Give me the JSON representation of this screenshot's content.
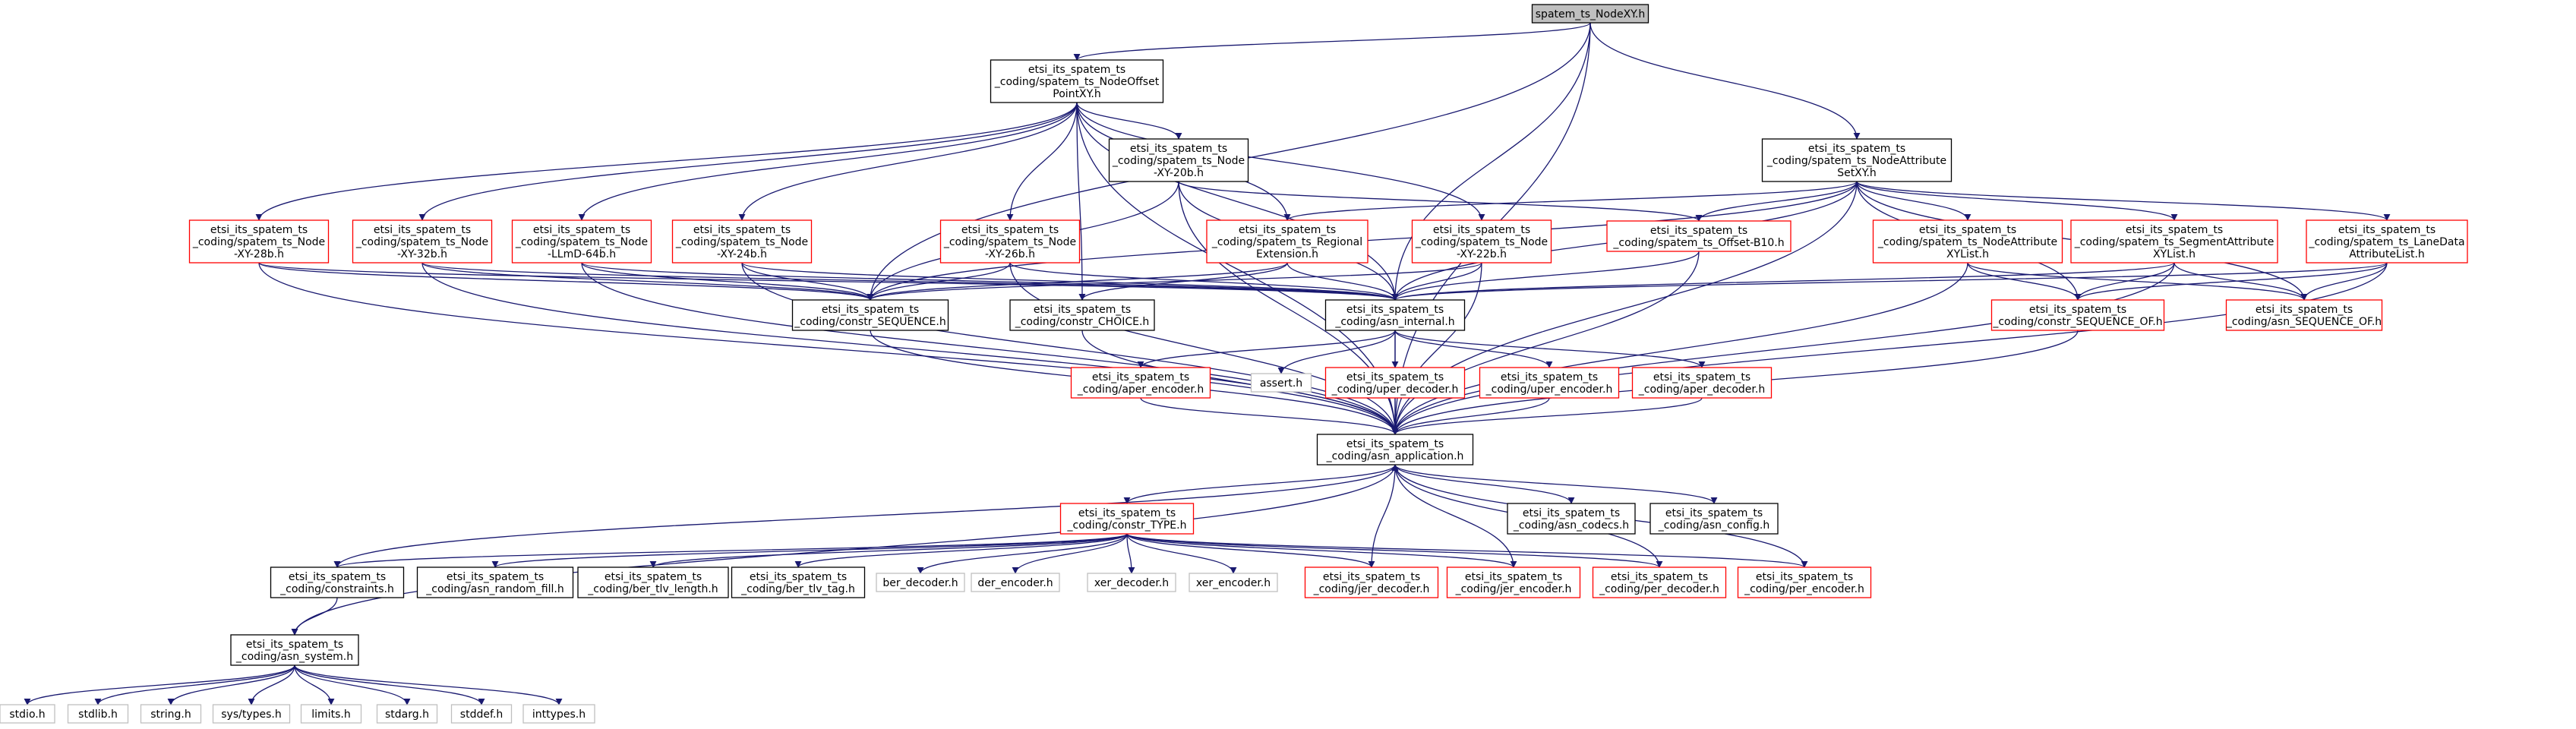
{
  "diagram": {
    "type": "include-dependency-graph",
    "colors": {
      "edge": "#191970",
      "border_default": "#000000",
      "border_missing": "#ff0000",
      "border_system": "#bfbfbf",
      "fill_root": "#bfbfbf",
      "fill_default": "#ffffff"
    },
    "nodes": [
      {
        "id": "root",
        "lines": [
          "spatem_ts_NodeXY.h"
        ],
        "style": "root"
      },
      {
        "id": "nodeoffset",
        "lines": [
          "etsi_its_spatem_ts",
          "_coding/spatem_ts_NodeOffset",
          "PointXY.h"
        ],
        "style": "default"
      },
      {
        "id": "nodeattrset",
        "lines": [
          "etsi_its_spatem_ts",
          "_coding/spatem_ts_NodeAttribute",
          "SetXY.h"
        ],
        "style": "default"
      },
      {
        "id": "xy20",
        "lines": [
          "etsi_its_spatem_ts",
          "_coding/spatem_ts_Node",
          "-XY-20b.h"
        ],
        "style": "default"
      },
      {
        "id": "xy28",
        "lines": [
          "etsi_its_spatem_ts",
          "_coding/spatem_ts_Node",
          "-XY-28b.h"
        ],
        "style": "missing"
      },
      {
        "id": "xy32",
        "lines": [
          "etsi_its_spatem_ts",
          "_coding/spatem_ts_Node",
          "-XY-32b.h"
        ],
        "style": "missing"
      },
      {
        "id": "llmd64",
        "lines": [
          "etsi_its_spatem_ts",
          "_coding/spatem_ts_Node",
          "-LLmD-64b.h"
        ],
        "style": "missing"
      },
      {
        "id": "xy24",
        "lines": [
          "etsi_its_spatem_ts",
          "_coding/spatem_ts_Node",
          "-XY-24b.h"
        ],
        "style": "missing"
      },
      {
        "id": "xy26",
        "lines": [
          "etsi_its_spatem_ts",
          "_coding/spatem_ts_Node",
          "-XY-26b.h"
        ],
        "style": "missing"
      },
      {
        "id": "regional",
        "lines": [
          "etsi_its_spatem_ts",
          "_coding/spatem_ts_Regional",
          "Extension.h"
        ],
        "style": "missing"
      },
      {
        "id": "xy22",
        "lines": [
          "etsi_its_spatem_ts",
          "_coding/spatem_ts_Node",
          "-XY-22b.h"
        ],
        "style": "missing"
      },
      {
        "id": "offsetb10",
        "lines": [
          "etsi_its_spatem_ts",
          "_coding/spatem_ts_Offset-B10.h"
        ],
        "style": "missing"
      },
      {
        "id": "nodeattrlist",
        "lines": [
          "etsi_its_spatem_ts",
          "_coding/spatem_ts_NodeAttribute",
          "XYList.h"
        ],
        "style": "missing"
      },
      {
        "id": "segattrlist",
        "lines": [
          "etsi_its_spatem_ts",
          "_coding/spatem_ts_SegmentAttribute",
          "XYList.h"
        ],
        "style": "missing"
      },
      {
        "id": "lanedata",
        "lines": [
          "etsi_its_spatem_ts",
          "_coding/spatem_ts_LaneData",
          "AttributeList.h"
        ],
        "style": "missing"
      },
      {
        "id": "constrseq",
        "lines": [
          "etsi_its_spatem_ts",
          "_coding/constr_SEQUENCE.h"
        ],
        "style": "default"
      },
      {
        "id": "constrchoice",
        "lines": [
          "etsi_its_spatem_ts",
          "_coding/constr_CHOICE.h"
        ],
        "style": "default"
      },
      {
        "id": "asninternal",
        "lines": [
          "etsi_its_spatem_ts",
          "_coding/asn_internal.h"
        ],
        "style": "default"
      },
      {
        "id": "constrseqof",
        "lines": [
          "etsi_its_spatem_ts",
          "_coding/constr_SEQUENCE_OF.h"
        ],
        "style": "missing"
      },
      {
        "id": "asnseqof",
        "lines": [
          "etsi_its_spatem_ts",
          "_coding/asn_SEQUENCE_OF.h"
        ],
        "style": "missing"
      },
      {
        "id": "aperenc",
        "lines": [
          "etsi_its_spatem_ts",
          "_coding/aper_encoder.h"
        ],
        "style": "missing"
      },
      {
        "id": "assert",
        "lines": [
          "assert.h"
        ],
        "style": "system"
      },
      {
        "id": "uperdec",
        "lines": [
          "etsi_its_spatem_ts",
          "_coding/uper_decoder.h"
        ],
        "style": "missing"
      },
      {
        "id": "uperenc",
        "lines": [
          "etsi_its_spatem_ts",
          "_coding/uper_encoder.h"
        ],
        "style": "missing"
      },
      {
        "id": "aperdec",
        "lines": [
          "etsi_its_spatem_ts",
          "_coding/aper_decoder.h"
        ],
        "style": "missing"
      },
      {
        "id": "asnapp",
        "lines": [
          "etsi_its_spatem_ts",
          "_coding/asn_application.h"
        ],
        "style": "default"
      },
      {
        "id": "constrtype",
        "lines": [
          "etsi_its_spatem_ts",
          "_coding/constr_TYPE.h"
        ],
        "style": "missing"
      },
      {
        "id": "asncodecs",
        "lines": [
          "etsi_its_spatem_ts",
          "_coding/asn_codecs.h"
        ],
        "style": "default"
      },
      {
        "id": "asnconfig",
        "lines": [
          "etsi_its_spatem_ts",
          "_coding/asn_config.h"
        ],
        "style": "default"
      },
      {
        "id": "constraints",
        "lines": [
          "etsi_its_spatem_ts",
          "_coding/constraints.h"
        ],
        "style": "default"
      },
      {
        "id": "randomfill",
        "lines": [
          "etsi_its_spatem_ts",
          "_coding/asn_random_fill.h"
        ],
        "style": "default"
      },
      {
        "id": "bertlvlen",
        "lines": [
          "etsi_its_spatem_ts",
          "_coding/ber_tlv_length.h"
        ],
        "style": "default"
      },
      {
        "id": "bertlvtag",
        "lines": [
          "etsi_its_spatem_ts",
          "_coding/ber_tlv_tag.h"
        ],
        "style": "default"
      },
      {
        "id": "berdec",
        "lines": [
          "ber_decoder.h"
        ],
        "style": "system"
      },
      {
        "id": "derenc",
        "lines": [
          "der_encoder.h"
        ],
        "style": "system"
      },
      {
        "id": "xerdec",
        "lines": [
          "xer_decoder.h"
        ],
        "style": "system"
      },
      {
        "id": "xerenc",
        "lines": [
          "xer_encoder.h"
        ],
        "style": "system"
      },
      {
        "id": "jerdec",
        "lines": [
          "etsi_its_spatem_ts",
          "_coding/jer_decoder.h"
        ],
        "style": "missing"
      },
      {
        "id": "jerenc",
        "lines": [
          "etsi_its_spatem_ts",
          "_coding/jer_encoder.h"
        ],
        "style": "missing"
      },
      {
        "id": "perdec",
        "lines": [
          "etsi_its_spatem_ts",
          "_coding/per_decoder.h"
        ],
        "style": "missing"
      },
      {
        "id": "perenc",
        "lines": [
          "etsi_its_spatem_ts",
          "_coding/per_encoder.h"
        ],
        "style": "missing"
      },
      {
        "id": "asnsystem",
        "lines": [
          "etsi_its_spatem_ts",
          "_coding/asn_system.h"
        ],
        "style": "default"
      },
      {
        "id": "stdio",
        "lines": [
          "stdio.h"
        ],
        "style": "system"
      },
      {
        "id": "stdlib",
        "lines": [
          "stdlib.h"
        ],
        "style": "system"
      },
      {
        "id": "string",
        "lines": [
          "string.h"
        ],
        "style": "system"
      },
      {
        "id": "systypes",
        "lines": [
          "sys/types.h"
        ],
        "style": "system"
      },
      {
        "id": "limits",
        "lines": [
          "limits.h"
        ],
        "style": "system"
      },
      {
        "id": "stdarg",
        "lines": [
          "stdarg.h"
        ],
        "style": "system"
      },
      {
        "id": "stddef",
        "lines": [
          "stddef.h"
        ],
        "style": "system"
      },
      {
        "id": "inttypes",
        "lines": [
          "inttypes.h"
        ],
        "style": "system"
      }
    ],
    "edges": [
      [
        "root",
        "nodeoffset"
      ],
      [
        "root",
        "nodeattrset"
      ],
      [
        "root",
        "asninternal"
      ],
      [
        "root",
        "asnapp"
      ],
      [
        "root",
        "constrseq"
      ],
      [
        "nodeoffset",
        "xy20"
      ],
      [
        "nodeoffset",
        "xy28"
      ],
      [
        "nodeoffset",
        "xy32"
      ],
      [
        "nodeoffset",
        "llmd64"
      ],
      [
        "nodeoffset",
        "xy24"
      ],
      [
        "nodeoffset",
        "xy26"
      ],
      [
        "nodeoffset",
        "regional"
      ],
      [
        "nodeoffset",
        "xy22"
      ],
      [
        "nodeoffset",
        "constrchoice"
      ],
      [
        "nodeoffset",
        "asninternal"
      ],
      [
        "nodeoffset",
        "asnapp"
      ],
      [
        "xy20",
        "constrseq"
      ],
      [
        "xy20",
        "asninternal"
      ],
      [
        "xy20",
        "offsetb10"
      ],
      [
        "xy20",
        "asnapp"
      ],
      [
        "xy28",
        "constrseq"
      ],
      [
        "xy28",
        "asninternal"
      ],
      [
        "xy28",
        "asnapp"
      ],
      [
        "xy32",
        "constrseq"
      ],
      [
        "xy32",
        "asninternal"
      ],
      [
        "xy32",
        "asnapp"
      ],
      [
        "llmd64",
        "constrseq"
      ],
      [
        "llmd64",
        "asninternal"
      ],
      [
        "llmd64",
        "asnapp"
      ],
      [
        "xy24",
        "constrseq"
      ],
      [
        "xy24",
        "asninternal"
      ],
      [
        "xy24",
        "asnapp"
      ],
      [
        "xy26",
        "constrseq"
      ],
      [
        "xy26",
        "asninternal"
      ],
      [
        "xy26",
        "asnapp"
      ],
      [
        "regional",
        "constrseq"
      ],
      [
        "regional",
        "constrchoice"
      ],
      [
        "regional",
        "asninternal"
      ],
      [
        "xy22",
        "constrseq"
      ],
      [
        "xy22",
        "asninternal"
      ],
      [
        "xy22",
        "asnapp"
      ],
      [
        "offsetb10",
        "asninternal"
      ],
      [
        "offsetb10",
        "asnapp"
      ],
      [
        "nodeattrset",
        "regional"
      ],
      [
        "nodeattrset",
        "offsetb10"
      ],
      [
        "nodeattrset",
        "nodeattrlist"
      ],
      [
        "nodeattrset",
        "segattrlist"
      ],
      [
        "nodeattrset",
        "lanedata"
      ],
      [
        "nodeattrset",
        "constrseq"
      ],
      [
        "nodeattrset",
        "asninternal"
      ],
      [
        "nodeattrset",
        "constrseqof"
      ],
      [
        "nodeattrset",
        "asnseqof"
      ],
      [
        "nodeattrset",
        "asnapp"
      ],
      [
        "nodeattrlist",
        "constrseqof"
      ],
      [
        "nodeattrlist",
        "asnseqof"
      ],
      [
        "nodeattrlist",
        "asnapp"
      ],
      [
        "segattrlist",
        "constrseqof"
      ],
      [
        "segattrlist",
        "asnseqof"
      ],
      [
        "segattrlist",
        "asninternal"
      ],
      [
        "segattrlist",
        "asnapp"
      ],
      [
        "lanedata",
        "constrseqof"
      ],
      [
        "lanedata",
        "asnseqof"
      ],
      [
        "lanedata",
        "asninternal"
      ],
      [
        "lanedata",
        "asnapp"
      ],
      [
        "constrseq",
        "asnapp"
      ],
      [
        "constrchoice",
        "asnapp"
      ],
      [
        "constrseqof",
        "asnapp"
      ],
      [
        "asninternal",
        "asnapp"
      ],
      [
        "asninternal",
        "aperenc"
      ],
      [
        "asninternal",
        "assert"
      ],
      [
        "asninternal",
        "uperdec"
      ],
      [
        "asninternal",
        "uperenc"
      ],
      [
        "asninternal",
        "aperdec"
      ],
      [
        "aperenc",
        "asnapp"
      ],
      [
        "uperdec",
        "asnapp"
      ],
      [
        "uperenc",
        "asnapp"
      ],
      [
        "aperdec",
        "asnapp"
      ],
      [
        "asnapp",
        "constrtype"
      ],
      [
        "asnapp",
        "asncodecs"
      ],
      [
        "asnapp",
        "asnconfig"
      ],
      [
        "asnapp",
        "constraints"
      ],
      [
        "asnapp",
        "asnsystem"
      ],
      [
        "constrtype",
        "constraints"
      ],
      [
        "constrtype",
        "randomfill"
      ],
      [
        "constrtype",
        "bertlvlen"
      ],
      [
        "constrtype",
        "bertlvtag"
      ],
      [
        "constrtype",
        "berdec"
      ],
      [
        "constrtype",
        "derenc"
      ],
      [
        "constrtype",
        "xerdec"
      ],
      [
        "constrtype",
        "xerenc"
      ],
      [
        "constrtype",
        "jerdec"
      ],
      [
        "constrtype",
        "jerenc"
      ],
      [
        "constrtype",
        "perdec"
      ],
      [
        "constrtype",
        "perenc"
      ],
      [
        "jerdec",
        "asnapp"
      ],
      [
        "jerenc",
        "asnapp"
      ],
      [
        "perdec",
        "asnapp"
      ],
      [
        "perenc",
        "asnapp"
      ],
      [
        "constraints",
        "asnsystem"
      ],
      [
        "asnsystem",
        "stdio"
      ],
      [
        "asnsystem",
        "stdlib"
      ],
      [
        "asnsystem",
        "string"
      ],
      [
        "asnsystem",
        "systypes"
      ],
      [
        "asnsystem",
        "limits"
      ],
      [
        "asnsystem",
        "stdarg"
      ],
      [
        "asnsystem",
        "stddef"
      ],
      [
        "asnsystem",
        "inttypes"
      ]
    ]
  }
}
